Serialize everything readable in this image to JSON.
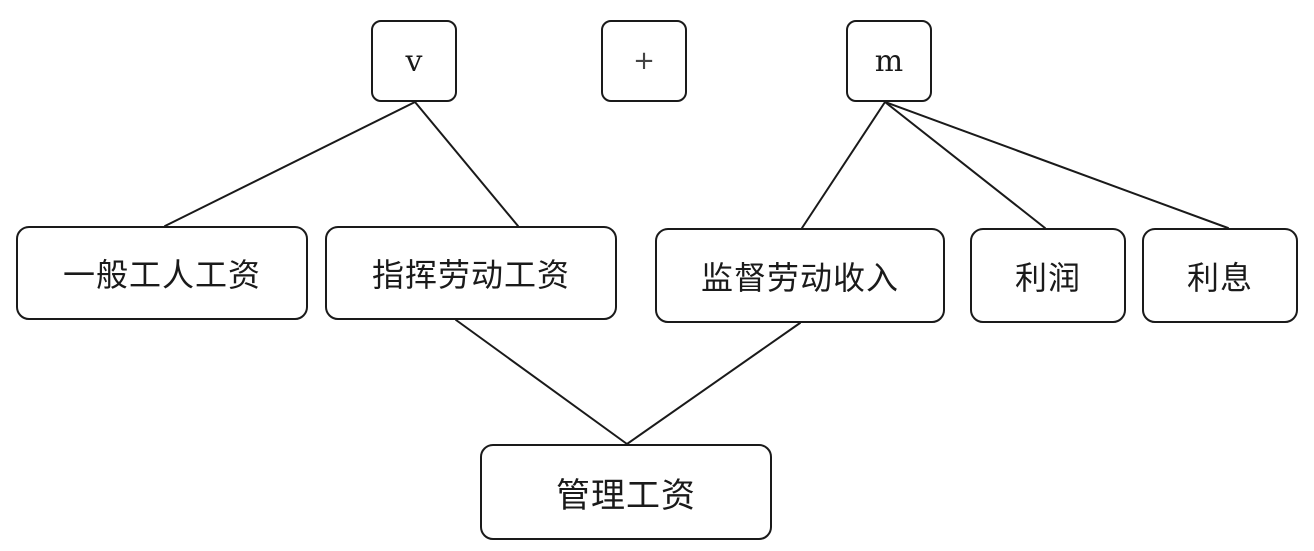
{
  "diagram": {
    "top": {
      "v": "v",
      "plus": "+",
      "m": "m"
    },
    "middle": {
      "general_wage": "一般工人工资",
      "command_labor_wage": "指挥劳动工资",
      "supervision_income": "监督劳动收入",
      "profit": "利润",
      "interest": "利息"
    },
    "bottom": {
      "management_wage": "管理工资"
    }
  }
}
